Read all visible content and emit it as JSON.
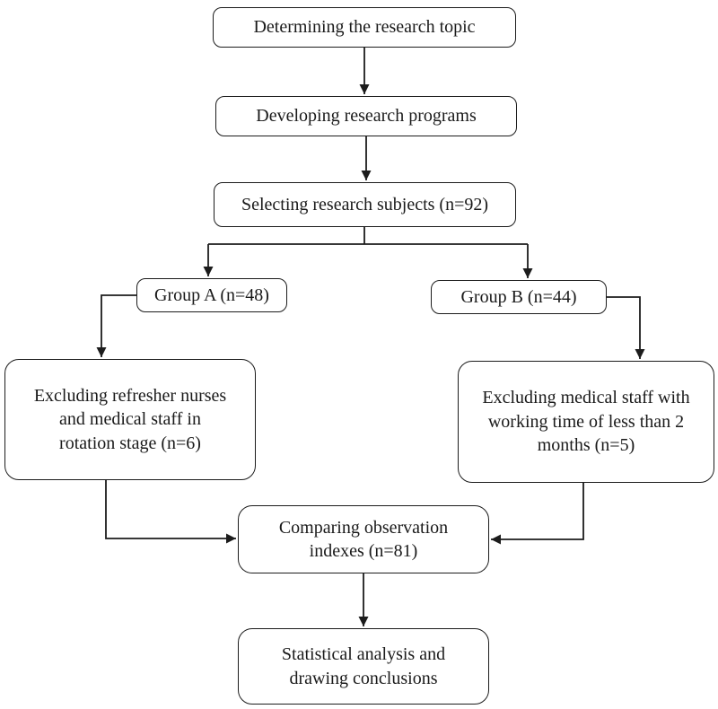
{
  "diagram": {
    "type": "flowchart",
    "nodes": {
      "topic": {
        "label": "Determining the research topic"
      },
      "programs": {
        "label": "Developing research programs"
      },
      "subjects": {
        "label": "Selecting research subjects (n=92)"
      },
      "group_a": {
        "label": "Group A (n=48)"
      },
      "group_b": {
        "label": "Group B (n=44)"
      },
      "exclude_a": {
        "label": "Excluding refresher nurses and medical staff in rotation stage (n=6)"
      },
      "exclude_b": {
        "label": "Excluding medical staff with working time of less than 2 months (n=5)"
      },
      "compare": {
        "label": "Comparing observation indexes (n=81)"
      },
      "stats": {
        "label": "Statistical analysis and drawing conclusions"
      }
    },
    "colors": {
      "box_border": "#1c1c1c",
      "box_fill": "#ffffff",
      "text": "#1a1a1a",
      "arrow": "#1c1c1c",
      "background": "#ffffff"
    }
  }
}
